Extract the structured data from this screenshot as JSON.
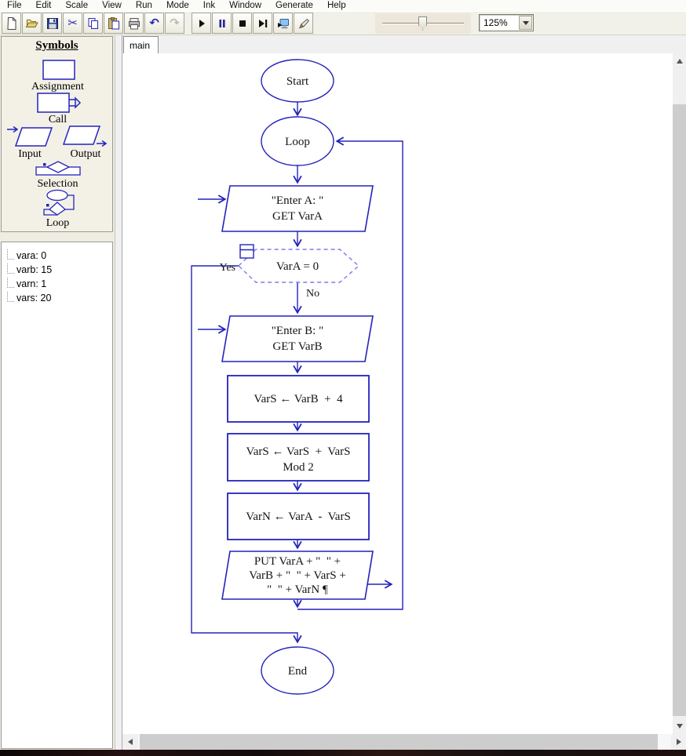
{
  "menu": {
    "items": [
      "File",
      "Edit",
      "Scale",
      "View",
      "Run",
      "Mode",
      "Ink",
      "Window",
      "Generate",
      "Help"
    ]
  },
  "toolbar": {
    "buttons": [
      "new-document",
      "open-folder",
      "save",
      "cut",
      "copy",
      "paste",
      "print",
      "undo",
      "redo",
      "play",
      "pause",
      "stop",
      "step",
      "execute-to-end",
      "ink-pen"
    ],
    "undo_glyph": "↶",
    "redo_glyph": "↷",
    "cut_glyph": "✂"
  },
  "zoom": {
    "value": "125%"
  },
  "tabs": {
    "active": "main"
  },
  "symbols_panel": {
    "title": "Symbols",
    "items": [
      "Assignment",
      "Call",
      "Input",
      "Output",
      "Selection",
      "Loop"
    ]
  },
  "variables_panel": {
    "items": [
      "vara: 0",
      "varb: 15",
      "varn: 1",
      "vars: 20"
    ]
  },
  "flowchart": {
    "accent_color": "#2323bd",
    "dash_color": "#7d7de8",
    "nodes": {
      "start": {
        "label": "Start"
      },
      "loop": {
        "label": "Loop"
      },
      "input_a": {
        "line1": "\"Enter A: \"",
        "line2": "GET VarA"
      },
      "decision": {
        "label": "VarA = 0",
        "yes_label": "Yes",
        "no_label": "No"
      },
      "input_b": {
        "line1": "\"Enter B: \"",
        "line2": "GET VarB"
      },
      "assign_s1": {
        "label": "VarS ← VarB  +  4"
      },
      "assign_s2": {
        "line1": "VarS ← VarS  +  VarS",
        "line2": "Mod 2"
      },
      "assign_n": {
        "label": "VarN ← VarA  -  VarS"
      },
      "output": {
        "line1": "PUT VarA + \"  \" +",
        "line2": "VarB + \"  \" + VarS +",
        "line3": "\"  \" + VarN ¶"
      },
      "end": {
        "label": "End"
      }
    }
  }
}
